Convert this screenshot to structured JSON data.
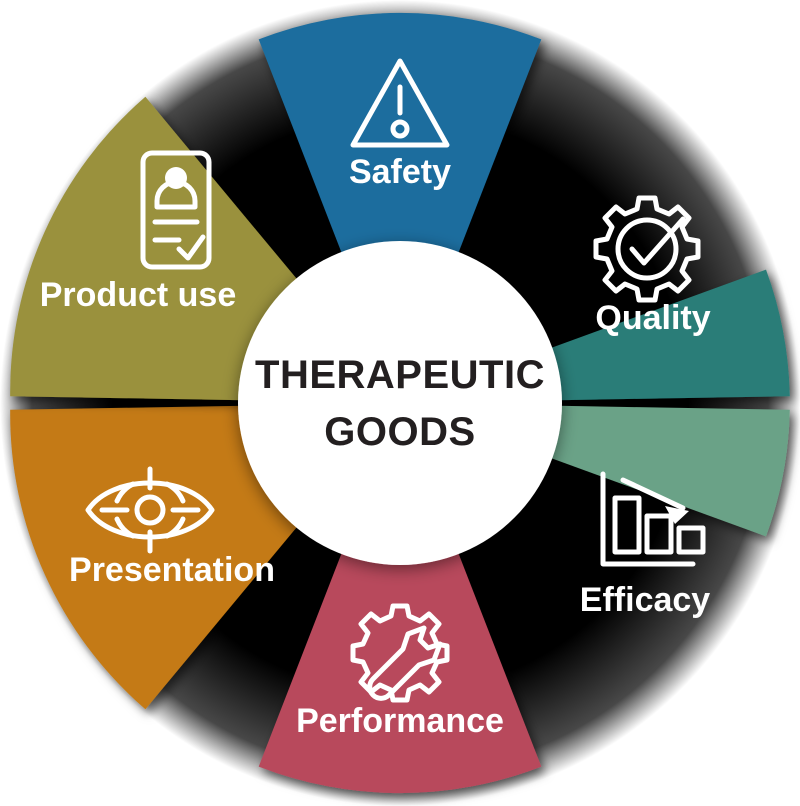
{
  "diagram": {
    "title": "Therapeutic Goods Wheel",
    "hub": {
      "line1": "THERAPEUTIC",
      "line2": "GOODS",
      "text_color": "#231f20",
      "background_color": "#ffffff"
    },
    "background_color": "#000000",
    "label_color": "#ffffff",
    "segments": [
      {
        "label": "Safety",
        "color": "#1b6d9e",
        "icon": "warning-triangle-icon",
        "position": "top",
        "start_angle": -68,
        "end_angle": -22
      },
      {
        "label": "Quality",
        "color": "#2b7d78",
        "icon": "gear-check-icon",
        "position": "top-right",
        "start_angle": -18,
        "end_angle": -1
      },
      {
        "label": "Efficacy",
        "color": "#6ba287",
        "icon": "declining-bar-chart-icon",
        "position": "bottom-right",
        "start_angle": 1,
        "end_angle": 18
      },
      {
        "label": "Performance",
        "color": "#b8485c",
        "icon": "gear-wrench-icon",
        "position": "bottom",
        "start_angle": 22,
        "end_angle": 68
      },
      {
        "label": "Presentation",
        "color": "#c47a12",
        "icon": "eye-target-icon",
        "position": "bottom-left",
        "start_angle": 112,
        "end_angle": 158
      },
      {
        "label": "Product use",
        "color": "#9a913c",
        "icon": "id-card-check-icon",
        "position": "top-left",
        "start_angle": 202,
        "end_angle": 248
      }
    ]
  }
}
